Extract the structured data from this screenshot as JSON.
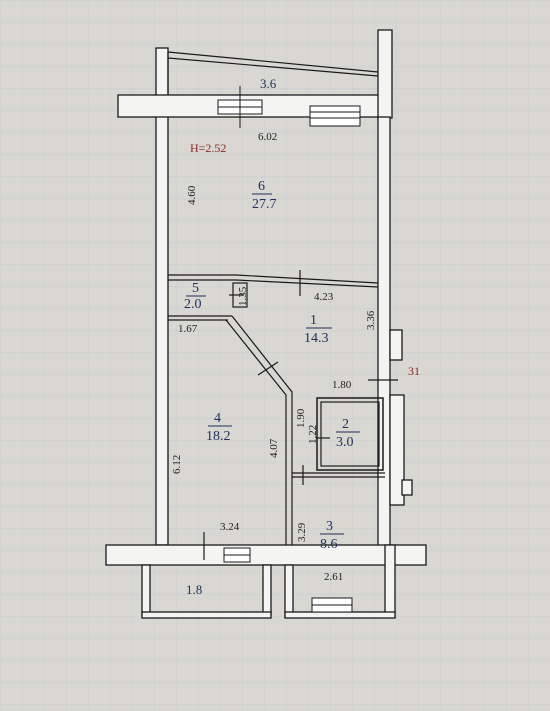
{
  "ceiling_height": "H=2.52",
  "axis_mark": "31",
  "rooms": [
    {
      "id": "6",
      "area": "27.7"
    },
    {
      "id": "5",
      "area": "2.0"
    },
    {
      "id": "1",
      "area": "14.3"
    },
    {
      "id": "4",
      "area": "18.2"
    },
    {
      "id": "2",
      "area": "3.0"
    },
    {
      "id": "3",
      "area": "8.6"
    }
  ],
  "balconies": {
    "top": "3.6",
    "bottom": "1.8"
  },
  "dimensions": {
    "d602": "6.02",
    "d460": "4.60",
    "d135": "1.35",
    "d423": "4.23",
    "d336": "3.36",
    "d167": "1.67",
    "d180": "1.80",
    "d190": "1.90",
    "d122": "1.22",
    "d407": "4.07",
    "d612": "6.12",
    "d324": "3.24",
    "d329": "3.29",
    "d261": "2.61"
  },
  "colors": {
    "wall": "#f4f4f2",
    "ink": "#1a1a1a",
    "label": "#1f2e5a",
    "paper": "#dcdad4"
  }
}
